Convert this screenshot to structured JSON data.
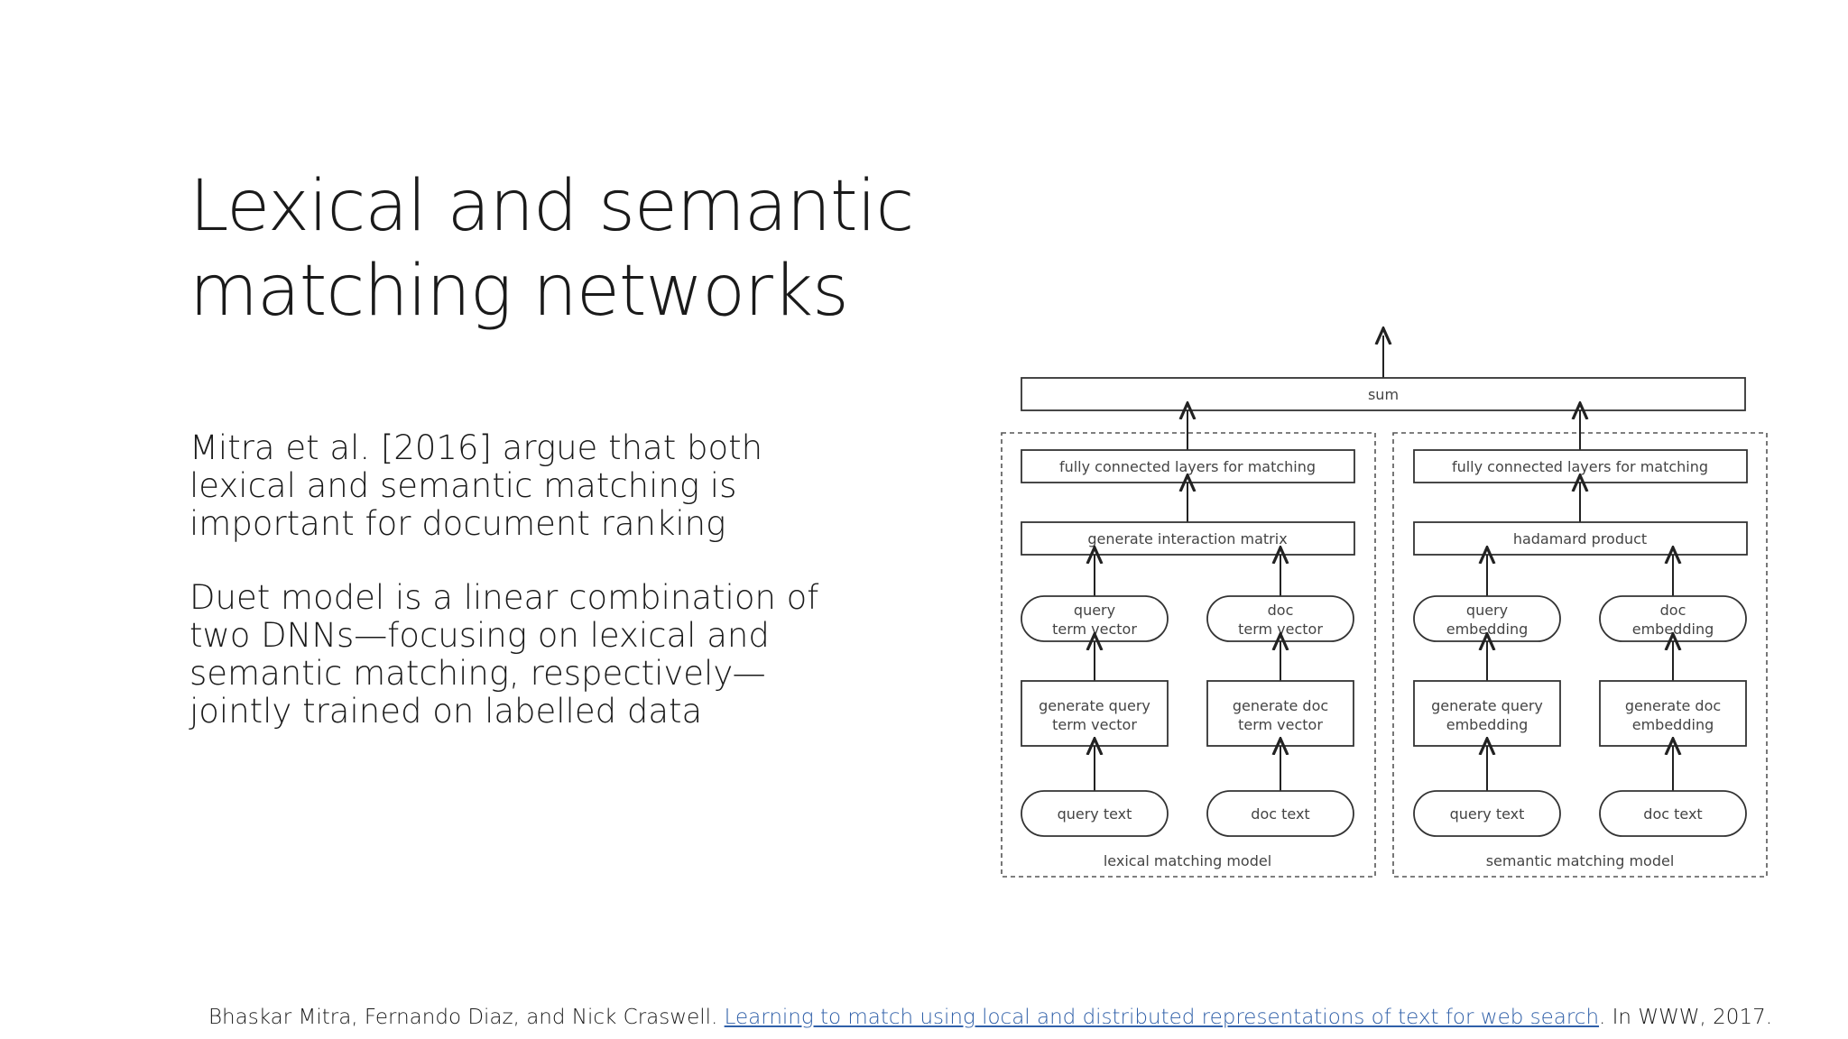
{
  "title": {
    "line1": "Lexical and semantic",
    "line2": "matching networks"
  },
  "body": {
    "para1": "Mitra et al. [2016] argue that both lexical and semantic matching is important for document ranking",
    "para2": "Duet model is a linear combination of two DNNs—focusing on lexical and semantic matching, respectively—jointly trained on labelled data"
  },
  "diagram": {
    "sum": "sum",
    "lexical": {
      "caption": "lexical matching model",
      "fc": "fully connected layers for matching",
      "interaction": "generate interaction matrix",
      "query_vec": [
        "query",
        "term vector"
      ],
      "doc_vec": [
        "doc",
        "term vector"
      ],
      "gen_query": [
        "generate query",
        "term vector"
      ],
      "gen_doc": [
        "generate doc",
        "term vector"
      ],
      "query_text": "query text",
      "doc_text": "doc text"
    },
    "semantic": {
      "caption": "semantic matching model",
      "fc": "fully connected layers for matching",
      "interaction": "hadamard product",
      "query_vec": [
        "query",
        "embedding"
      ],
      "doc_vec": [
        "doc",
        "embedding"
      ],
      "gen_query": [
        "generate query",
        "embedding"
      ],
      "gen_doc": [
        "generate doc",
        "embedding"
      ],
      "query_text": "query text",
      "doc_text": "doc text"
    }
  },
  "citation": {
    "authors": "Bhaskar Mitra, Fernando Diaz, and Nick Craswell. ",
    "link_text": "Learning to match using local and distributed representations of text for web search",
    "suffix": ". In WWW, 2017."
  }
}
